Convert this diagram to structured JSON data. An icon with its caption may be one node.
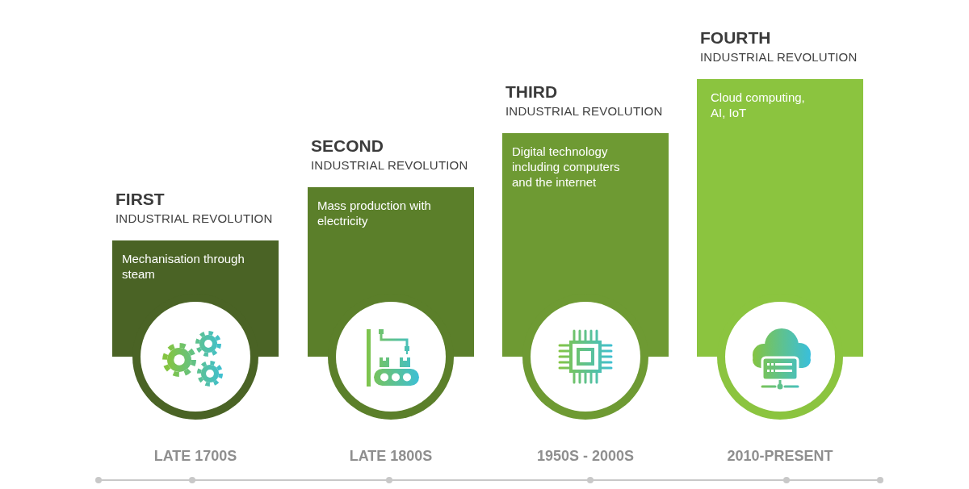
{
  "diagram": {
    "nodes": [
      {
        "text": [
          "FIRST",
          "INDUSTRIAL REVOLUTION",
          "Mechanisation through steam"
        ],
        "beside": [
          "LATE 1700S"
        ]
      },
      {
        "text": [
          "SECOND",
          "INDUSTRIAL REVOLUTION",
          "Mass production with electricity"
        ],
        "beside": [
          "LATE 1800S"
        ]
      },
      {
        "text": [
          "THIRD",
          "INDUSTRIAL REVOLUTION",
          "Digital technology including computers and the internet"
        ],
        "beside": [
          "1950S - 2000S"
        ]
      },
      {
        "text": [
          "FOURTH",
          "INDUSTRIAL REVOLUTION",
          "Cloud computing, AI, IoT"
        ],
        "beside": [
          "2010-PRESENT"
        ]
      }
    ]
  }
}
